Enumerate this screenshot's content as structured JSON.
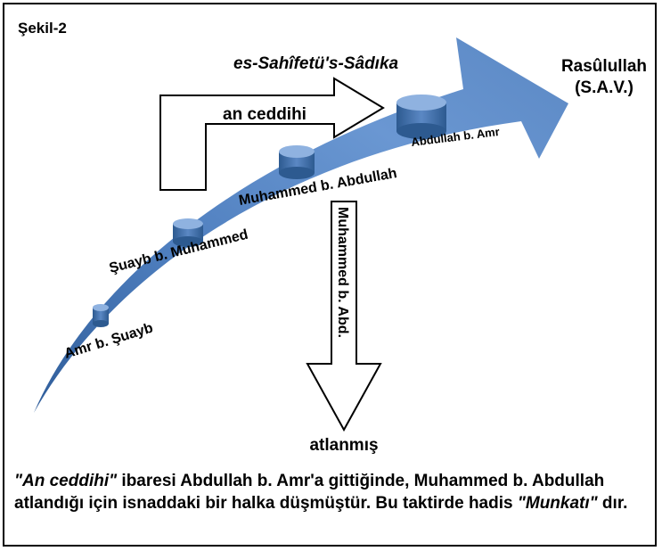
{
  "figure": {
    "label": "Şekil-2",
    "prophet": {
      "name": "Rasûlullah",
      "honorific": "(S.A.V.)"
    },
    "book_title": "es-Sahîfetü's-Sâdıka",
    "bypass_label": "an ceddihi",
    "chain": [
      {
        "name": "Amr b. Şuayb"
      },
      {
        "name": "Şuayb b. Muhammed"
      },
      {
        "name": "Muhammed b. Abdullah"
      },
      {
        "name": "Abdullah b. Amr"
      }
    ],
    "skipped_arrow_text": "Muhammed b. Abd.",
    "skipped_label": "atlanmış",
    "colors": {
      "arrow_fill": "#5b88c4",
      "arrow_dark": "#2f5d9a",
      "cylinder": "#3f6fa8"
    }
  },
  "caption": {
    "quote1": "\"An ceddihi\"",
    "part1": " ibaresi Abdullah b. Amr'a gittiğinde, Muhammed b. Abdullah atlandığı için isnaddaki bir halka düşmüştür. Bu taktirde hadis ",
    "quote2": "\"Munkatı\"",
    "part2": " dır."
  }
}
